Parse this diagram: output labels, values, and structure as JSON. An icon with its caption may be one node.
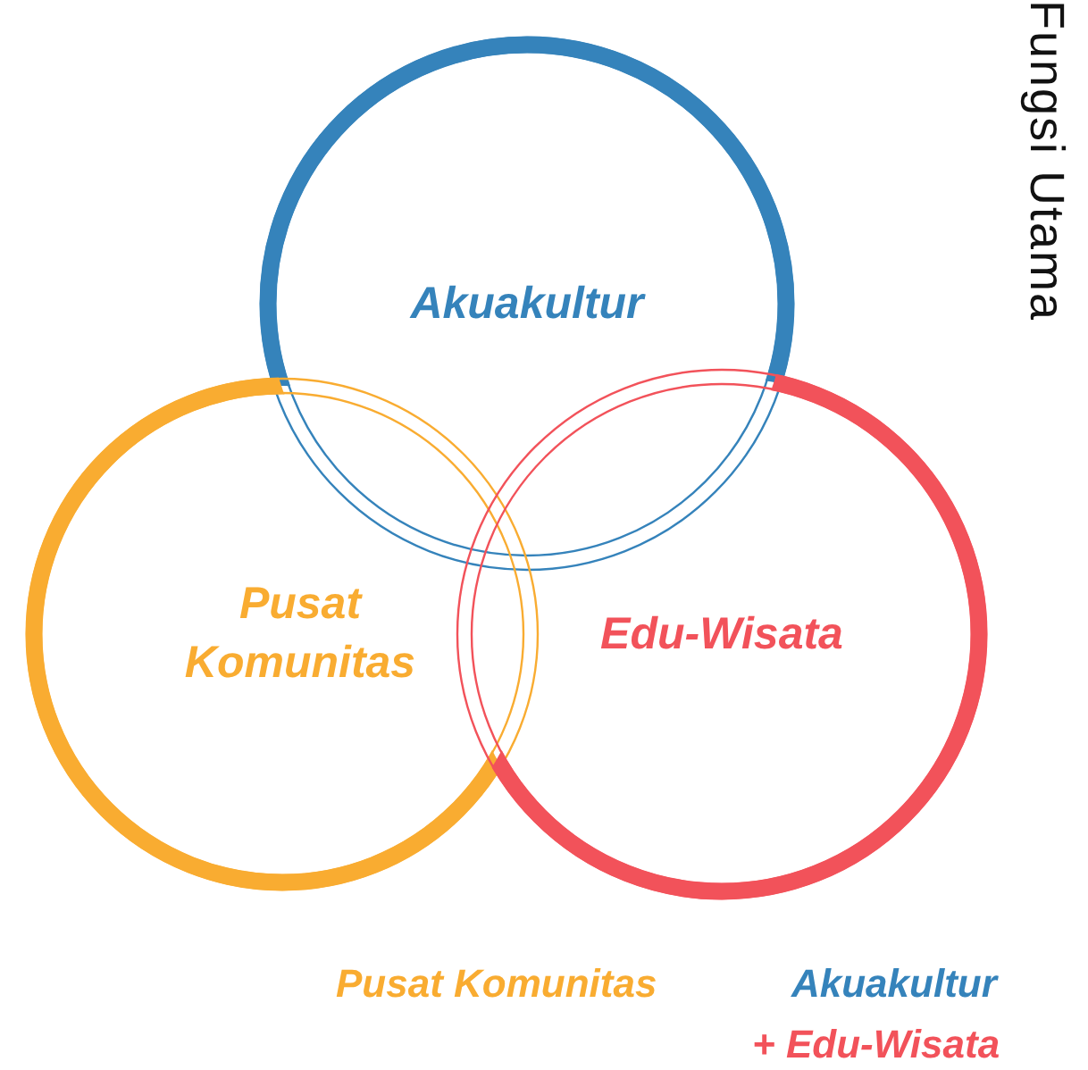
{
  "diagram": {
    "title": "Fungsi Utama",
    "nodes": [
      {
        "text": [
          "Akuakultur"
        ]
      },
      {
        "text": [
          "Pusat Komunitas"
        ]
      },
      {
        "text": [
          "Edu-Wisata"
        ]
      }
    ],
    "labels": [
      "Pusat Komunitas",
      "Akuakultur",
      "+ Edu-Wisata"
    ]
  }
}
